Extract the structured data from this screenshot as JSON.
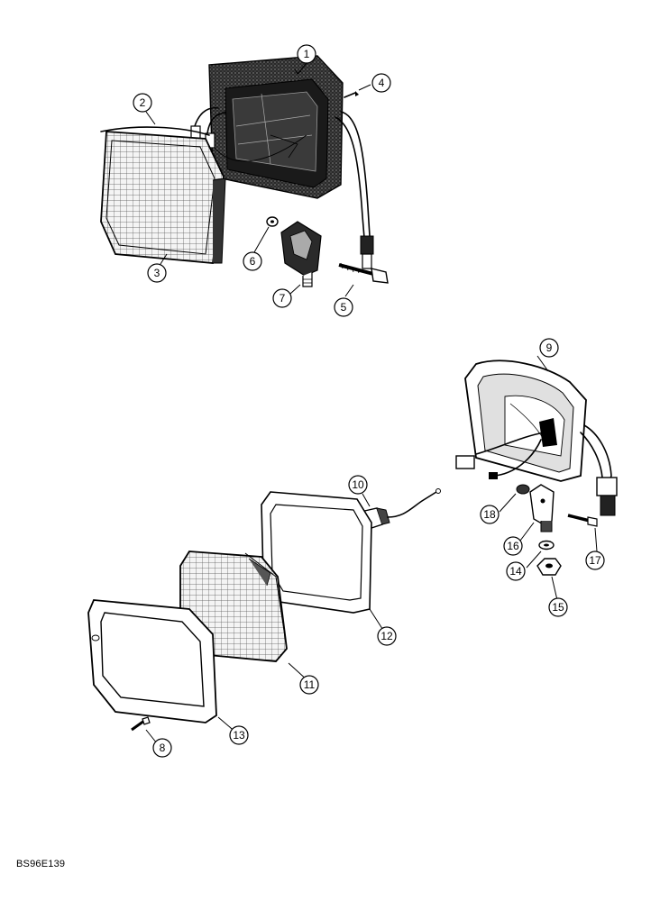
{
  "diagram": {
    "document_code": "BS96E139",
    "callouts": [
      {
        "id": "c1",
        "label": "1"
      },
      {
        "id": "c2",
        "label": "2"
      },
      {
        "id": "c3",
        "label": "3"
      },
      {
        "id": "c4",
        "label": "4"
      },
      {
        "id": "c5",
        "label": "5"
      },
      {
        "id": "c6",
        "label": "6"
      },
      {
        "id": "c7",
        "label": "7"
      },
      {
        "id": "c8",
        "label": "8"
      },
      {
        "id": "c9",
        "label": "9"
      },
      {
        "id": "c10",
        "label": "10"
      },
      {
        "id": "c11",
        "label": "11"
      },
      {
        "id": "c12",
        "label": "12"
      },
      {
        "id": "c13",
        "label": "13"
      },
      {
        "id": "c14",
        "label": "14"
      },
      {
        "id": "c15",
        "label": "15"
      },
      {
        "id": "c16",
        "label": "16"
      },
      {
        "id": "c17",
        "label": "17"
      },
      {
        "id": "c18",
        "label": "18"
      }
    ]
  }
}
